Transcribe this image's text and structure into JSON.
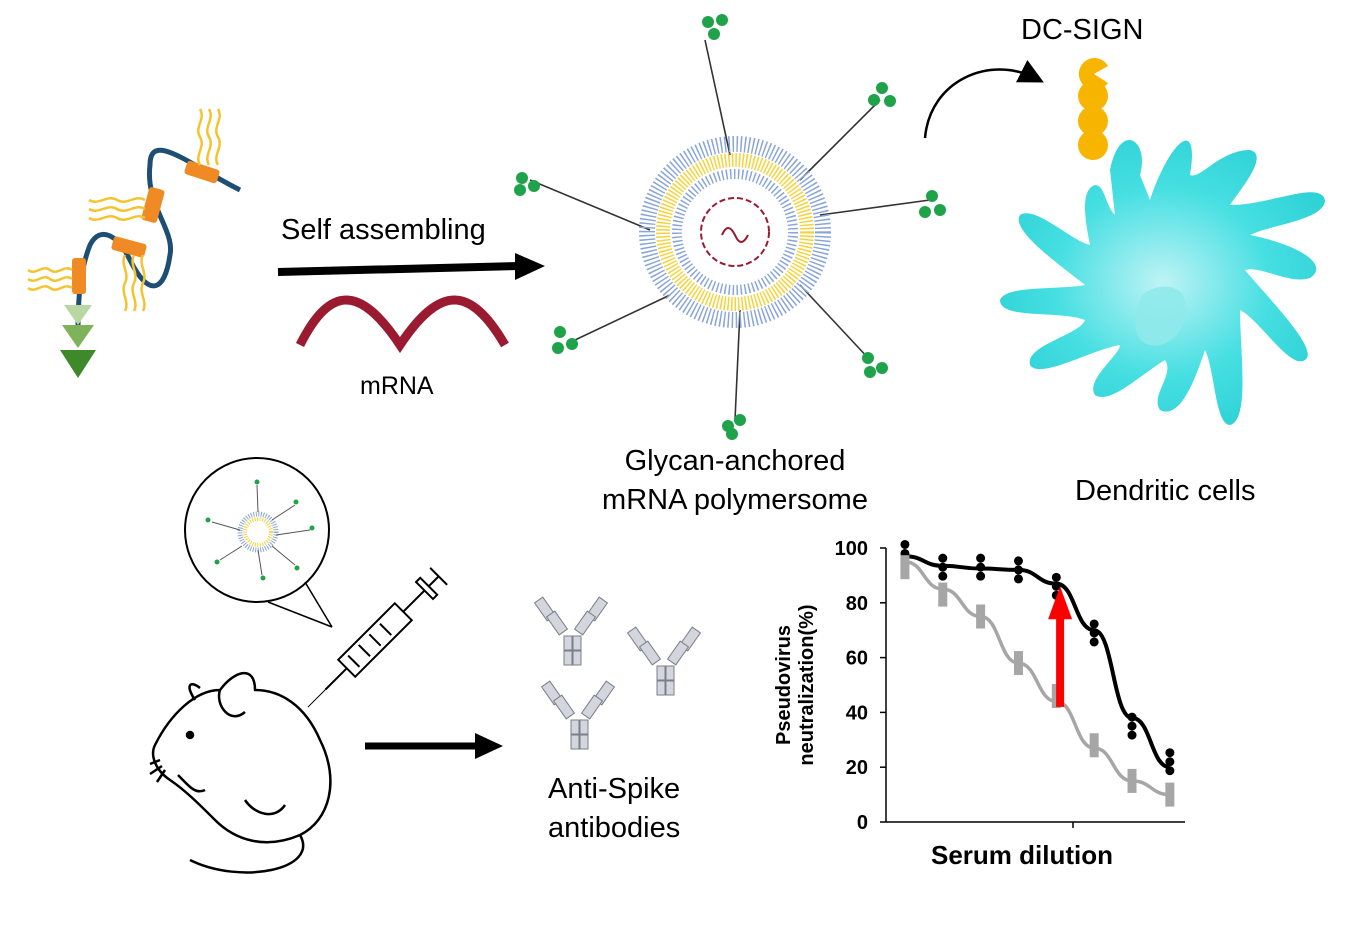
{
  "labels": {
    "self_assembling": "Self assembling",
    "mrna": "mRNA",
    "polymersome_line1": "Glycan-anchored",
    "polymersome_line2": "mRNA polymersome",
    "dc_sign": "DC-SIGN",
    "dendritic_cells": "Dendritic  cells",
    "antibodies_line1": "Anti-Spike",
    "antibodies_line2": "antibodies"
  },
  "colors": {
    "glycan_green": "#1fa34a",
    "polymer_orange": "#f08a24",
    "lipid_yellow": "#f6d23a",
    "lipid_blue": "#8aa6d8",
    "mrna_red": "#9a1b2f",
    "dc_sign_yellow": "#f7b500",
    "dendritic_cyan": "#3fdcdc",
    "arrow_black": "#000000",
    "increase_arrow_red": "#ff0000",
    "curve_black": "#000000",
    "curve_gray": "#a6a6a6"
  },
  "icons": [
    "polymer-chain-icon",
    "mrna-wave-icon",
    "polymersome-icon",
    "dendritic-cell-icon",
    "dc-sign-receptor-icon",
    "mouse-icon",
    "syringe-icon",
    "antibody-icon"
  ],
  "chart_data": {
    "type": "scatter",
    "title": "",
    "xlabel": "Serum dilution",
    "ylabel_line1": "Pseudovirus",
    "ylabel_line2": "neutralization(%)",
    "ylim": [
      0,
      100
    ],
    "yticks": [
      "100",
      "80",
      "60",
      "40",
      "20",
      "0"
    ],
    "x_tick_labels": [],
    "grid": false,
    "legend": "none",
    "x": [
      1,
      2,
      3,
      4,
      5,
      6,
      7,
      8
    ],
    "series": [
      {
        "color": "#000000",
        "values": [
          98,
          93,
          93,
          92,
          86,
          69,
          35,
          22
        ],
        "fit": [
          97,
          93.5,
          92.5,
          92,
          87,
          70,
          38,
          20
        ]
      },
      {
        "color": "#a6a6a6",
        "values": [
          93,
          83,
          75,
          58,
          46,
          28,
          15,
          10
        ],
        "fit": [
          95,
          85,
          75,
          58,
          44,
          27,
          15,
          10
        ]
      }
    ],
    "annotation": "red upward arrow between curves at x≈5"
  }
}
